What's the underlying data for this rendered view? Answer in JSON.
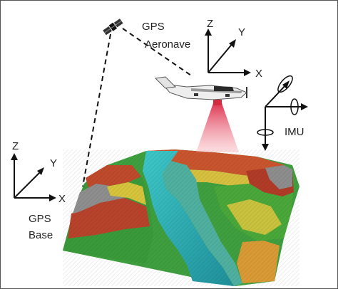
{
  "labels": {
    "gps_aircraft_line1": "GPS",
    "gps_aircraft_line2": "Aeronave",
    "imu": "IMU",
    "gps_base_line1": "GPS",
    "gps_base_line2": "Base"
  },
  "axes_aircraft": {
    "x": "X",
    "y": "Y",
    "z": "Z"
  },
  "axes_base": {
    "x": "X",
    "y": "Y",
    "z": "Z"
  },
  "icons": {
    "satellite": "satellite-icon",
    "aircraft": "airplane-icon",
    "laser": "laser-beam-icon",
    "terrain": "terrain-model-icon"
  },
  "colors": {
    "water": "#2fb4b4",
    "low_terrain": "#3a9a3a",
    "mid_terrain": "#d9c63c",
    "high_terrain": "#c8452a",
    "peak": "#8a8a8a",
    "laser": "#e0304a"
  }
}
